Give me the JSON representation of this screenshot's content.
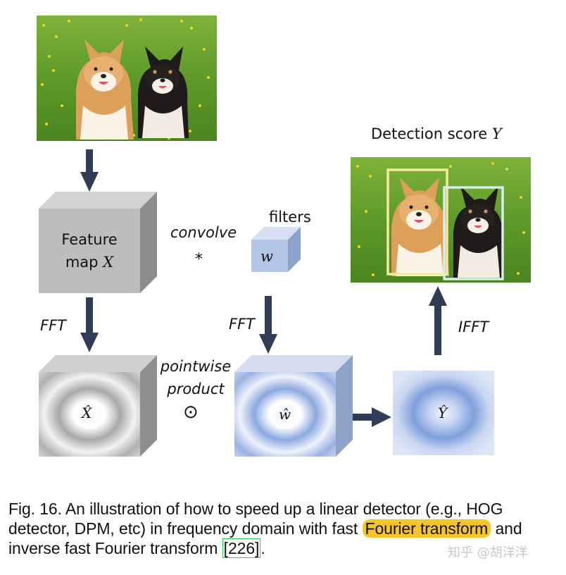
{
  "detection_title": "Detection score",
  "detection_var": "Y",
  "feature_map_line1": "Feature",
  "feature_map_line2": "map",
  "feature_map_var": "X",
  "convolve_label": "convolve",
  "convolve_symbol": "*",
  "filters_label": "filters",
  "filter_var": "w",
  "fft_left": "FFT",
  "fft_mid": "FFT",
  "ifft": "IFFT",
  "pointwise_line1": "pointwise",
  "pointwise_line2": "product",
  "odot_symbol": "⊙",
  "xhat": "X̂",
  "what": "ŵ",
  "yhat": "Ŷ",
  "caption": {
    "line1": "Fig. 16. An illustration of how to speed up a linear detector (e.g., HOG",
    "line2_pre": "detector, DPM, etc) in frequency domain with fast ",
    "line2_highlight": "Fourier transform",
    "line2_post": " and",
    "line3_pre": "inverse fast Fourier transform ",
    "line3_cite": "[226]",
    "line3_post": "."
  },
  "watermark": "知乎 @胡洋洋",
  "colors": {
    "arrow": "#2f3e54",
    "gray_cube": "#bdbdbd",
    "blue_cube": "#b4c6e8",
    "box_yellow": "#f3eaa0",
    "box_lightblue": "#d8ece8",
    "highlight": "#f6c629",
    "cite_border": "#2ecc40"
  }
}
